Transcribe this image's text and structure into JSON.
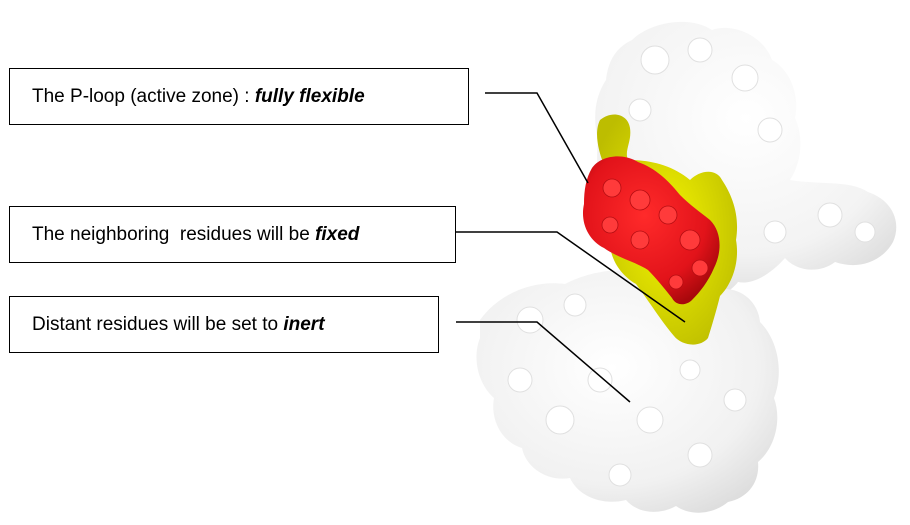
{
  "labels": {
    "ploop": {
      "text": "The P-loop (active zone) : ",
      "emphasis": "fully flexible"
    },
    "neighbor": {
      "text": "The neighboring  residues will be ",
      "emphasis": "fixed"
    },
    "distant": {
      "text": "Distant residues will be set to ",
      "emphasis": "inert"
    }
  },
  "colors": {
    "active_zone": "#e8161b",
    "neighboring": "#e6e600",
    "distant": "#f2f2f2",
    "leader_line": "#000000"
  }
}
